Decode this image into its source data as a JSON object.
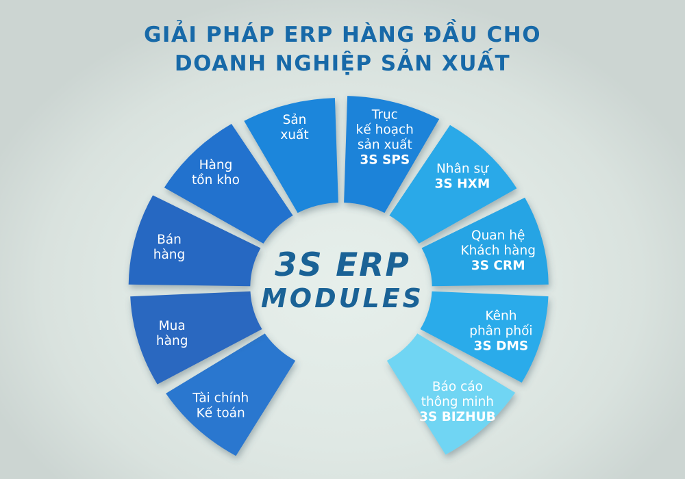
{
  "background": "#DFE8E4",
  "title": {
    "line1": "GIẢI PHÁP ERP HÀNG ĐẦU CHO",
    "line2": "DOANH NGHIỆP SẢN XUẤT",
    "color": "#1769A8"
  },
  "center": {
    "line1": "3S ERP",
    "line2": "MODULES",
    "color": "#1A6296"
  },
  "diagram": {
    "type": "radial-module-wheel",
    "label_color": "#FFFFFF",
    "segments": [
      {
        "id": "truc-ke-hoach-san-xuat",
        "lines": [
          "Trục",
          "kế hoạch",
          "sản xuất"
        ],
        "code": "3S SPS",
        "color": "#1E83D9"
      },
      {
        "id": "nhan-su",
        "lines": [
          "Nhân sự"
        ],
        "code": "3S HXM",
        "color": "#29A9E8"
      },
      {
        "id": "quan-he-khach-hang",
        "lines": [
          "Quan hệ",
          "Khách hàng"
        ],
        "code": "3S CRM",
        "color": "#27A4E4"
      },
      {
        "id": "kenh-phan-phoi",
        "lines": [
          "Kênh",
          "phân phối"
        ],
        "code": "3S DMS",
        "color": "#2BABEA"
      },
      {
        "id": "bao-cao-thong-minh",
        "lines": [
          "Báo cáo",
          "thông minh"
        ],
        "code": "3S BIZHUB",
        "color": "#6FD5F3"
      },
      {
        "id": "tai-chinh-ke-toan",
        "lines": [
          "Tài chính",
          "Kế toán"
        ],
        "code": "",
        "color": "#2C77CF"
      },
      {
        "id": "mua-hang",
        "lines": [
          "Mua",
          "hàng"
        ],
        "code": "",
        "color": "#2968C0"
      },
      {
        "id": "ban-hang",
        "lines": [
          "Bán",
          "hàng"
        ],
        "code": "",
        "color": "#2667C2"
      },
      {
        "id": "hang-ton-kho",
        "lines": [
          "Hàng",
          "tồn kho"
        ],
        "code": "",
        "color": "#2472CE"
      },
      {
        "id": "san-xuat",
        "lines": [
          "Sản",
          "xuất"
        ],
        "code": "",
        "color": "#1E86DB"
      }
    ]
  }
}
